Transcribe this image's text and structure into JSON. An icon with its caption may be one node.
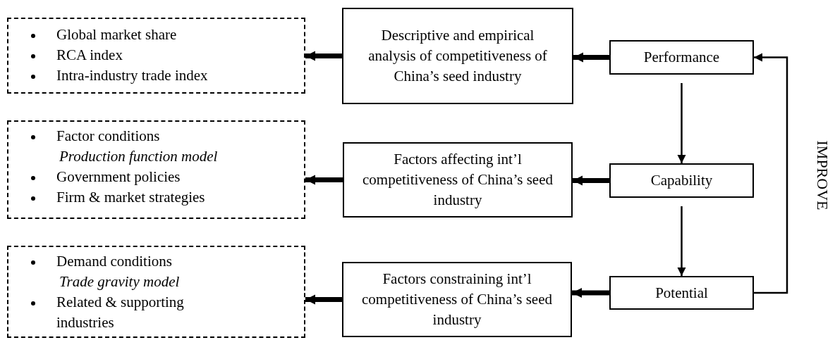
{
  "diagram": {
    "nodes": [
      {
        "text": [
          "Global market share",
          "RCA index",
          "Intra-industry trade index"
        ]
      },
      {
        "text": [
          "Descriptive and empirical analysis of competitiveness of China’s seed industry"
        ]
      },
      {
        "text": [
          "Performance"
        ]
      },
      {
        "text": [
          "Factor conditions",
          "Production function model",
          "Government policies",
          "Firm & market strategies"
        ]
      },
      {
        "text": [
          "Factors affecting int’l competitiveness of China’s seed industry"
        ]
      },
      {
        "text": [
          "Capability"
        ]
      },
      {
        "text": [
          "Demand conditions",
          "Trade gravity model",
          "Related & supporting industries"
        ]
      },
      {
        "text": [
          "Factors constraining int’l competitiveness of China’s seed industry"
        ]
      },
      {
        "text": [
          "Potential"
        ]
      }
    ],
    "edges": [
      {
        "from": 2,
        "to": 1,
        "arrow": "to"
      },
      {
        "from": 1,
        "to": 0,
        "arrow": "to"
      },
      {
        "from": 2,
        "to": 5,
        "arrow": "to"
      },
      {
        "from": 5,
        "to": 4,
        "arrow": "to"
      },
      {
        "from": 4,
        "to": 3,
        "arrow": "to"
      },
      {
        "from": 5,
        "to": 8,
        "arrow": "to"
      },
      {
        "from": 8,
        "to": 7,
        "arrow": "to"
      },
      {
        "from": 7,
        "to": 6,
        "arrow": "to"
      },
      {
        "from": 8,
        "to": 2,
        "arrow": "to",
        "label": "IMPROVE"
      }
    ]
  }
}
